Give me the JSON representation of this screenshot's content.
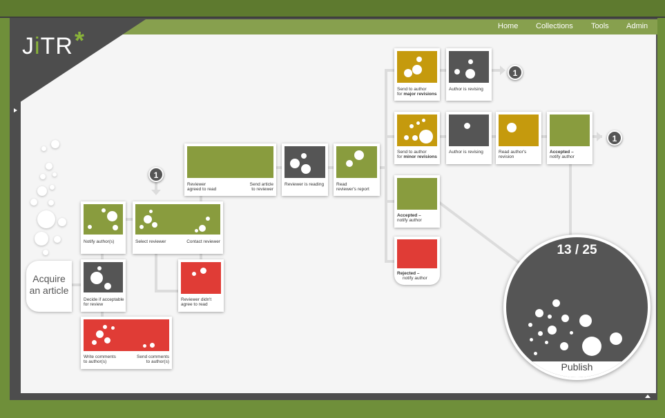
{
  "nav": {
    "items": [
      "Home",
      "Collections",
      "Tools",
      "Admin"
    ]
  },
  "logo": {
    "text_a": "J",
    "text_b": "i",
    "text_c": "TR",
    "star": "*"
  },
  "acquire": {
    "line1": "Acquire",
    "line2": "an article"
  },
  "cards": {
    "notify_authors": {
      "label": "Notify author(s)"
    },
    "select_reviewer": {
      "label_left": "Select reviewer",
      "label_right": "Contact reviewer"
    },
    "decide": {
      "line1": "Decide if acceptable",
      "line2": "for review"
    },
    "write_comments": {
      "left1": "Write comments",
      "left2": "to author(s)",
      "right1": "Send comments",
      "right2": "to author(s)"
    },
    "reviewer_declined": {
      "line1": "Reviewer didn't",
      "line2": "agree to read"
    },
    "reviewer_agreed": {
      "left1": "Reviewer",
      "left2": "agreed to read",
      "right1": "Send article",
      "right2": "to reviewer"
    },
    "reviewer_reading": {
      "label": "Reviewer is reading"
    },
    "read_report": {
      "line1": "Read",
      "line2": "reviewer's report"
    },
    "major_revisions": {
      "line1": "Send to author",
      "line2a": "for ",
      "line2b": "major revisions"
    },
    "author_revising_1": {
      "label": "Author is revising"
    },
    "minor_revisions": {
      "line1": "Send to author",
      "line2a": "for ",
      "line2b": "minor revisions"
    },
    "author_revising_2": {
      "label": "Author is revising"
    },
    "read_revision": {
      "line1": "Read author's",
      "line2": "revision"
    },
    "accepted_1": {
      "line1": "Accepted –",
      "line2": "notify author"
    },
    "accepted_2": {
      "line1": "Accepted –",
      "line2": "notify author"
    },
    "rejected": {
      "line1": "Rejected –",
      "line2": "notify author"
    }
  },
  "badges": {
    "select": "1",
    "major": "1",
    "accepted": "1"
  },
  "publish": {
    "count": "13 / 25",
    "label": "Publish"
  },
  "colors": {
    "green": "#899c3e",
    "dark": "#555555",
    "red": "#e03c36",
    "yellow": "#c59a0d",
    "nav": "#87a04e",
    "border": "#6f8f3a"
  }
}
